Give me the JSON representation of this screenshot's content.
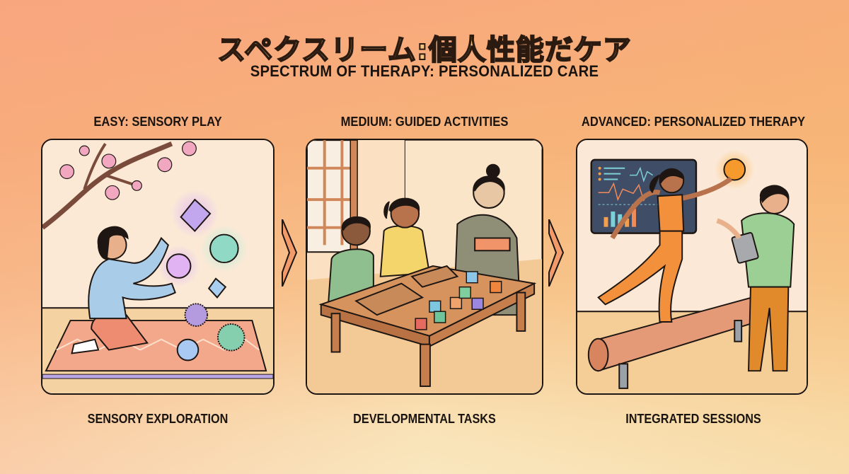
{
  "header": {
    "title_jp": "スペクスリーム:個人性能だケア",
    "title_en": "SPECTRUM OF THERAPY: PERSONALIZED CARE"
  },
  "stages": [
    {
      "level_label": "EASY: SENSORY PLAY",
      "caption": "SENSORY EXPLORATION",
      "scene": "Child kneeling on a patterned mat under cherry blossoms, reaching for glowing sensory balls and geometric shapes"
    },
    {
      "level_label": "MEDIUM: GUIDED ACTIVITIES",
      "caption": "DEVELOPMENTAL TASKS",
      "scene": "Two children doing wooden puzzles and colored blocks at a low table, guided by a woman in a kimono"
    },
    {
      "level_label": "ADVANCED: PERSONALIZED THERAPY",
      "caption": "INTEGRATED SESSIONS",
      "scene": "Girl balancing on a beam reaching for a glowing ball while a therapist with a tablet watches; monitor shows vital-sign graphs"
    }
  ],
  "arrows": [
    "chevron-right",
    "chevron-right"
  ],
  "colors": {
    "background_top": "#f8a97c",
    "background_bottom": "#f9e7bf",
    "outline": "#1e1612",
    "arrow_fill": "#f29a6a",
    "title_fill": "#f9c27f"
  }
}
